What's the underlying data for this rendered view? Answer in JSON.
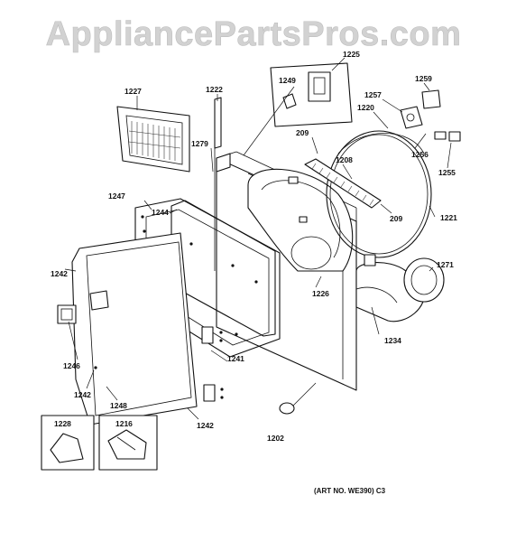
{
  "watermark": "AppliancePartsPros.com",
  "art_number": "(ART NO. WE390) C3",
  "callouts": {
    "c1225": "1225",
    "c1249": "1249",
    "c1227": "1227",
    "c1222": "1222",
    "c1259": "1259",
    "c1257": "1257",
    "c1220": "1220",
    "c209a": "209",
    "c1208": "1208",
    "c1256": "1256",
    "c1255": "1255",
    "c1279": "1279",
    "c1247": "1247",
    "c1244": "1244",
    "c209b": "209",
    "c1221": "1221",
    "c1271": "1271",
    "c1242a": "1242",
    "c1226": "1226",
    "c1234": "1234",
    "c1241": "1241",
    "c1246": "1246",
    "c1242b": "1242",
    "c1248": "1248",
    "c1242c": "1242",
    "c1202": "1202",
    "c1228": "1228",
    "c1216": "1216"
  }
}
